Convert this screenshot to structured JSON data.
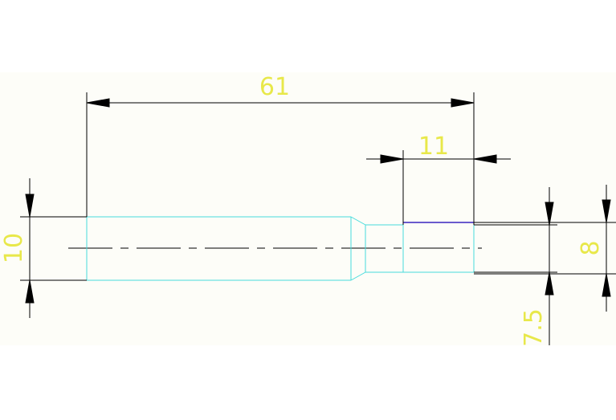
{
  "colors": {
    "background": "#ffffff",
    "canvas": "#fdfdf8",
    "dimension_line": "#000000",
    "dimension_text": "#e8e84a",
    "part_outline": "#46dcdc",
    "highlight_edge": "#6a5acd",
    "center_line": "#000000"
  },
  "dimensions": {
    "overall_length": "61",
    "segment_length": "11",
    "left_diameter": "10",
    "right_diameter": "8",
    "right_lower": "7.5"
  }
}
